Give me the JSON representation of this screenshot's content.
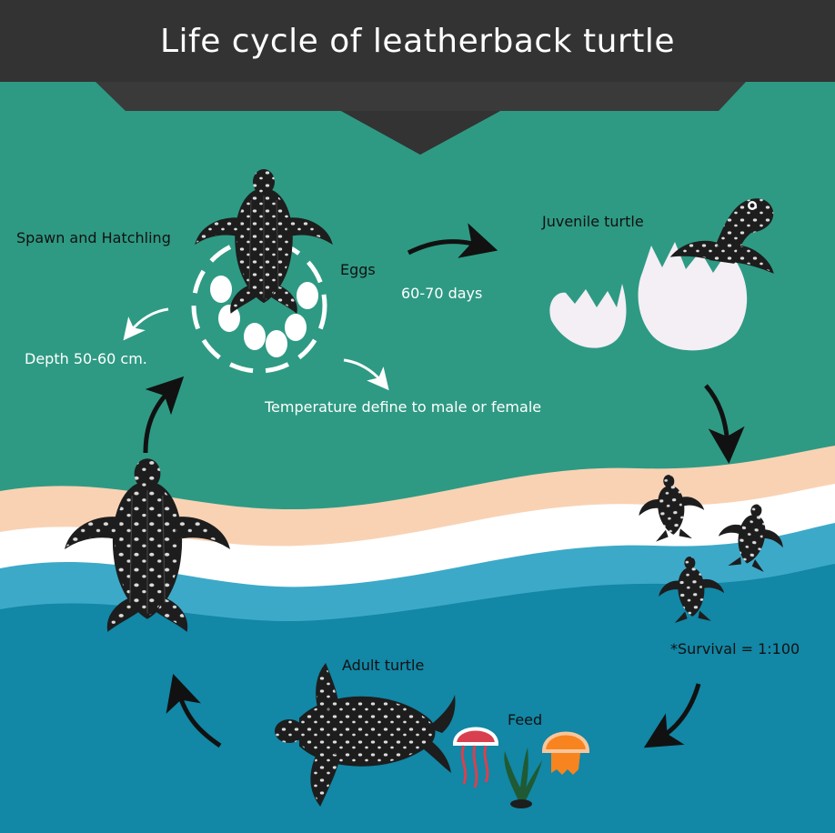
{
  "title": "Life cycle of leatherback turtle",
  "labels": {
    "spawn_and_hatchling": "Spawn and Hatchling",
    "eggs": "Eggs",
    "depth": "Depth  50-60 cm.",
    "incubation": "60-70 days",
    "temperature": "Temperature  define to male or female",
    "juvenile": "Juvenile turtle",
    "survival": "*Survival = 1:100",
    "adult": "Adult turtle",
    "feed": "Feed"
  },
  "colors": {
    "title_bar": "#333333",
    "land_green": "#2e9a83",
    "sand": "#f9d2b4",
    "foam": "#ffffff",
    "shallow_water": "#3da9c8",
    "deep_water": "#1287a6",
    "turtle": "#1d1d1d",
    "spots": "#dcdcdc",
    "egg": "#f4eef5",
    "jellyfish_red": "#d9404f",
    "jellyfish_orange": "#f7841f",
    "seaweed": "#1f5a34"
  },
  "icons": [
    "leatherback-turtle-icon",
    "egg-icon",
    "hatchling-icon",
    "jellyfish-icon",
    "seaweed-icon",
    "cycle-arrow-icon"
  ]
}
